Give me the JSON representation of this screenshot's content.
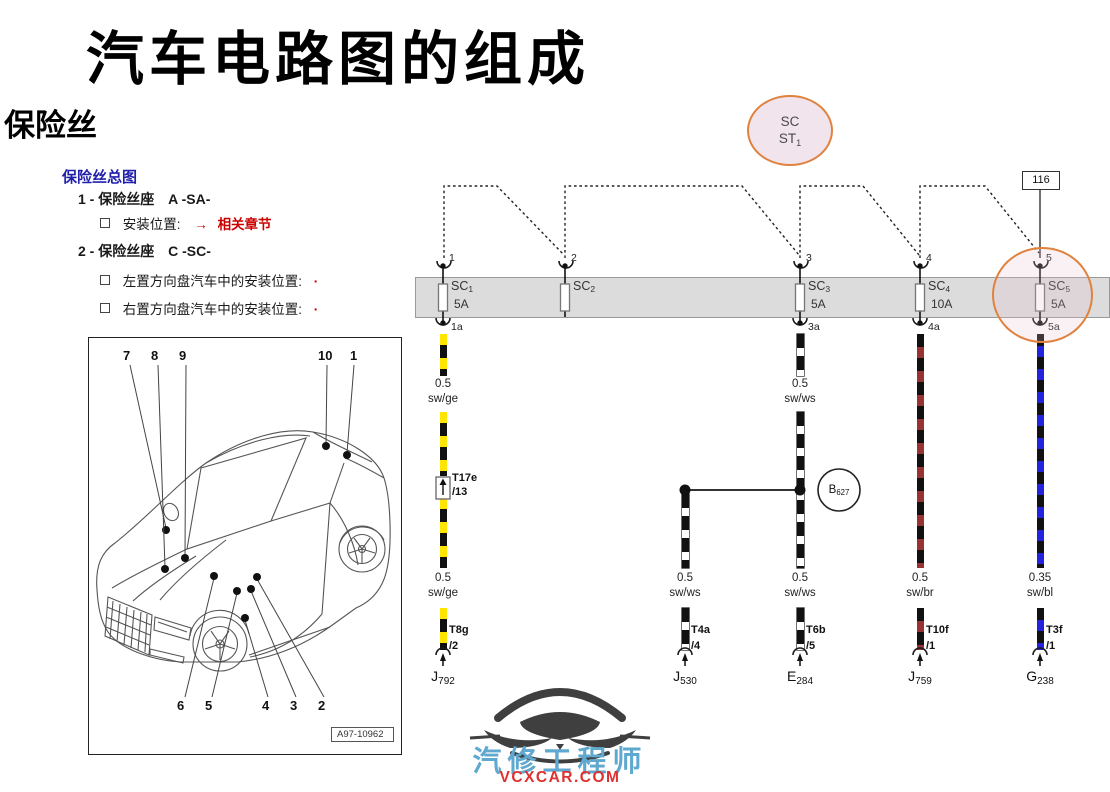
{
  "title": "汽车电路图的组成",
  "subtitle": "保险丝",
  "notes": {
    "heading": "保险丝总图",
    "item1": {
      "num": "1 -",
      "label": "保险丝座",
      "code": "A -SA-"
    },
    "item1_sub": {
      "label": "安装位置:",
      "arrow": "→",
      "link": "相关章节"
    },
    "item2": {
      "num": "2 -",
      "label": "保险丝座",
      "code": "C -SC-"
    },
    "item2_sub1": {
      "label": "左置方向盘汽车中的安装位置:",
      "mark": "·"
    },
    "item2_sub2": {
      "label": "右置方向盘汽车中的安装位置:",
      "mark": "·"
    }
  },
  "car_figure": {
    "ref_label": "A97-10962",
    "top_callouts": [
      "7",
      "8",
      "9",
      "10",
      "1"
    ],
    "bottom_callouts": [
      "6",
      "5",
      "4",
      "3",
      "2"
    ]
  },
  "schematic": {
    "bus_oval": {
      "line1": "SC",
      "line2": "ST",
      "line2_sub": "1"
    },
    "node116": "116",
    "fuses": [
      {
        "pin": "1",
        "name": "SC",
        "sub": "1",
        "amps": "5A",
        "pin_out": "1a"
      },
      {
        "pin": "2",
        "name": "SC",
        "sub": "2",
        "amps": "",
        "pin_out": ""
      },
      {
        "pin": "3",
        "name": "SC",
        "sub": "3",
        "amps": "5A",
        "pin_out": "3a"
      },
      {
        "pin": "4",
        "name": "SC",
        "sub": "4",
        "amps": "10A",
        "pin_out": "4a"
      },
      {
        "pin": "5",
        "name": "SC",
        "sub": "5",
        "amps": "5A",
        "pin_out": "5a"
      }
    ],
    "junction_label": {
      "main": "B",
      "sub": "627"
    },
    "inline_connector": {
      "name": "T17e",
      "pin": "/13"
    },
    "wire_labels": {
      "w1_top": {
        "gauge": "0.5",
        "color": "sw/ge"
      },
      "w3_top": {
        "gauge": "0.5",
        "color": "sw/ws"
      },
      "w1_bot": {
        "gauge": "0.5",
        "color": "sw/ge"
      },
      "w2_bot": {
        "gauge": "0.5",
        "color": "sw/ws"
      },
      "w3_bot": {
        "gauge": "0.5",
        "color": "sw/ws"
      },
      "w4_bot": {
        "gauge": "0.5",
        "color": "sw/br"
      },
      "w5_bot": {
        "gauge": "0.35",
        "color": "sw/bl"
      }
    },
    "end_connectors": [
      {
        "name": "T8g",
        "pin": "/2"
      },
      {
        "name": "T4a",
        "pin": "/4"
      },
      {
        "name": "T6b",
        "pin": "/5"
      },
      {
        "name": "T10f",
        "pin": "/1"
      },
      {
        "name": "T3f",
        "pin": "/1"
      }
    ],
    "components": [
      {
        "main": "J",
        "sub": "792"
      },
      {
        "main": "J",
        "sub": "530"
      },
      {
        "main": "E",
        "sub": "284"
      },
      {
        "main": "J",
        "sub": "759"
      },
      {
        "main": "G",
        "sub": "238"
      }
    ],
    "colors": {
      "wire_yellow": "#ffe600",
      "wire_white": "#ffffff",
      "wire_brown": "#993333",
      "wire_blue": "#2323dd",
      "wire_black": "#111111",
      "band_gray": "#dcdcdc",
      "highlight_orange": "#e0823e",
      "oval_fill": "#f1e4ed"
    }
  },
  "watermark": {
    "brand": "汽修工程师",
    "domain": "VCXCAR.COM"
  }
}
